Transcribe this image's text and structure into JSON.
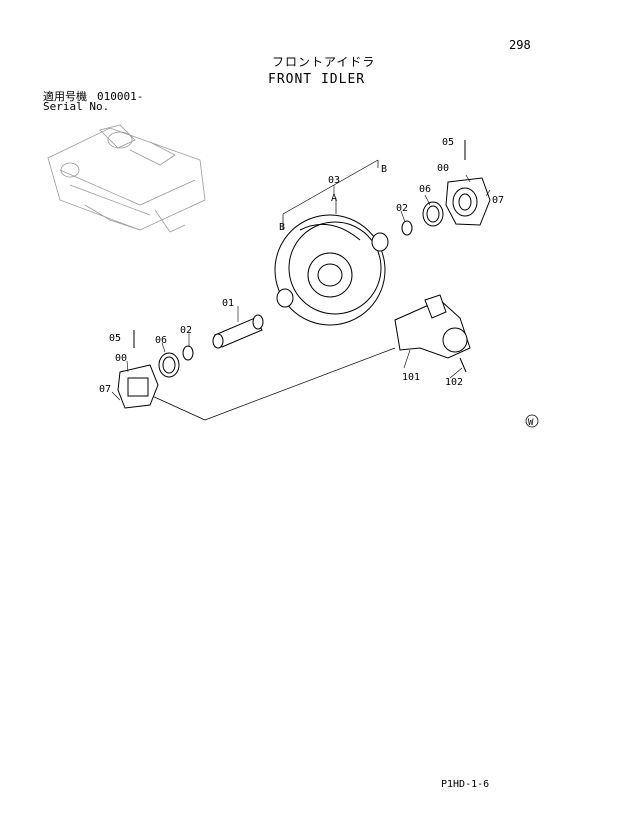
{
  "page_number": "298",
  "title_jp": "フロントアイドラ",
  "title_en": "FRONT IDLER",
  "serial": {
    "label_jp": "適用号機",
    "value": "010001-",
    "label_en": "Serial No."
  },
  "callouts": {
    "p01": "01",
    "p02_left": "02",
    "p02_right": "02",
    "p03": "03",
    "p05_left": "05",
    "p05_right": "05",
    "p06_left": "06",
    "p06_right": "06",
    "p07_left": "07",
    "p07_right": "07",
    "p00_left": "00",
    "p00_right": "00",
    "p101": "101",
    "p102": "102",
    "ref_a": "A",
    "ref_b_left": "B",
    "ref_b_right": "B"
  },
  "watermark": "W",
  "footer_code": "P1HD-1-6"
}
